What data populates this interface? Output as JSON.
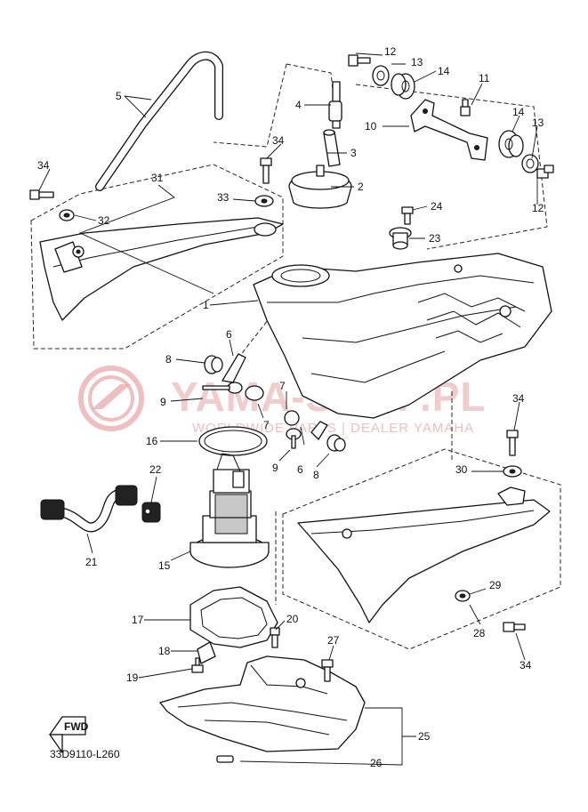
{
  "diagram_code": "33D9110-L260",
  "fwd_label": "FWD",
  "watermark": {
    "brand": "YAMA-SHOP.PL",
    "tagline": "WORLDWIDE PARTS | DEALER YAMAHA"
  },
  "callouts": [
    "1",
    "2",
    "3",
    "4",
    "5",
    "6",
    "7",
    "8",
    "9",
    "10",
    "11",
    "12",
    "13",
    "14",
    "15",
    "16",
    "17",
    "18",
    "19",
    "20",
    "21",
    "22",
    "23",
    "24",
    "25",
    "26",
    "27",
    "28",
    "29",
    "30",
    "31",
    "32",
    "33",
    "34"
  ]
}
